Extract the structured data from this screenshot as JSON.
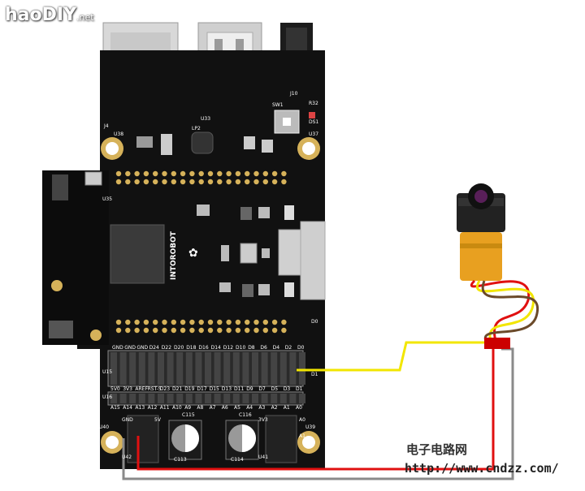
{
  "watermark_logo": "haoDIY",
  "watermark_logo_suffix": ".net",
  "watermark_cn": "电子电路网",
  "watermark_url": "http://www.cndzz.com/",
  "board_brand": "INTOROBOT",
  "board_labels": {
    "j4": "J4",
    "u33": "U33",
    "j10": "J10",
    "sw1": "SW1",
    "r32": "R32",
    "ds1": "DS1",
    "u37": "U37",
    "u38": "U38",
    "lp2": "LP2",
    "u40": "U40",
    "u39": "U39",
    "u41": "U41",
    "u42": "U42",
    "c113": "C113",
    "c114": "C114",
    "c115": "C115",
    "c116": "C116",
    "gnd": "GND",
    "v5": "5V",
    "v33": "3V3",
    "a0": "A0",
    "a1": "A1",
    "d0": "D0",
    "d1": "D1",
    "u15": "U15",
    "u16": "U16",
    "u35": "U35"
  },
  "pin_rows": {
    "bottom_header_top": [
      "GND",
      "GND",
      "GND",
      "D24",
      "D22",
      "D20",
      "D18",
      "D16",
      "D14",
      "D12",
      "D10",
      "D8",
      "D6",
      "D4",
      "D2",
      "D0"
    ],
    "bottom_header_bottom": [
      "5V0",
      "3V3",
      "AREF",
      "RST-S",
      "D23",
      "D21",
      "D19",
      "D17",
      "D15",
      "D13",
      "D11",
      "D9",
      "D7",
      "D5",
      "D3",
      "D1"
    ],
    "analog_row": [
      "A15",
      "A14",
      "A13",
      "A12",
      "A11",
      "A10",
      "A9",
      "A8",
      "A7",
      "A6",
      "A5",
      "A4",
      "A3",
      "A2",
      "A1",
      "A0"
    ]
  },
  "colors": {
    "board": "#111111",
    "wire_signal": "#f2e600",
    "wire_power": "#e01010",
    "wire_ground": "#8a8a8a",
    "sensor_body": "#e8a020",
    "gold_pin": "#d6b25a"
  }
}
